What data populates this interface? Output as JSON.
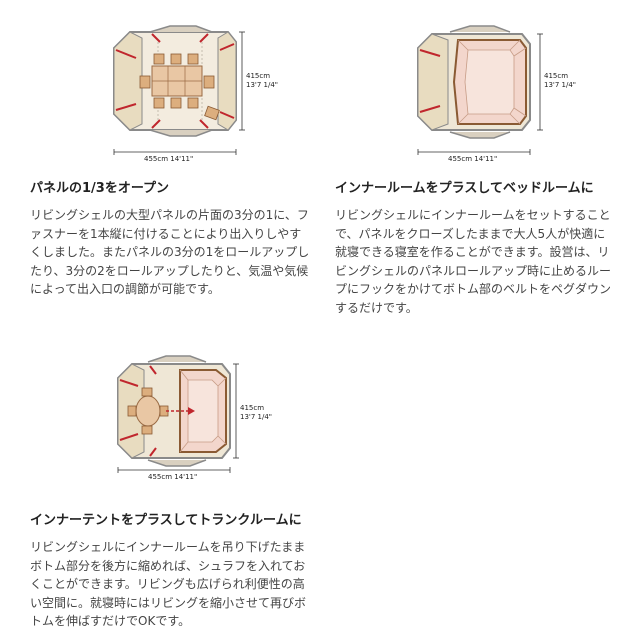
{
  "dimensions": {
    "depth_cm": "415cm",
    "depth_in": "13'7 1/4\"",
    "width": "455cm 14'11\""
  },
  "sections": [
    {
      "heading": "パネルの1/3をオープン",
      "lines": [
        "リビングシェルの大型パネルの片面の3分の1に、フ",
        "ァスナーを1本縦に付けることにより出入りしやす",
        "くしました。またパネルの3分の1をロールアップし",
        "たり、3分の2をロールアップしたりと、気温や気候",
        "によって出入口の調節が可能です。"
      ]
    },
    {
      "heading": "インナールームをプラスしてベッドルームに",
      "lines": [
        "リビングシェルにインナールームをセットすること",
        "で、パネルをクローズしたままで大人5人が快適に",
        "就寝できる寝室を作ることができます。設営は、リ",
        "ビングシェルのパネルロールアップ時に止めるルー",
        "プにフックをかけてボトム部のベルトをペグダウン",
        "するだけです。"
      ]
    },
    {
      "heading": "インナーテントをプラスしてトランクルームに",
      "lines": [
        "リビングシェルにインナールームを吊り下げたまま",
        "ボトム部分を後方に縮めれば、シュラフを入れてお",
        "くことができます。リビングも広げられ利便性の高",
        "い空間に。就寝時にはリビングを縮小させて再びボ",
        "トムを伸ばすだけでOKです。"
      ]
    }
  ]
}
